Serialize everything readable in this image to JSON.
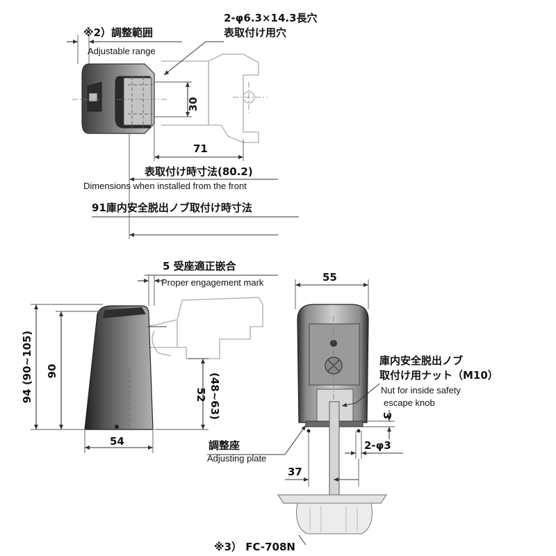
{
  "colors": {
    "body_dark": "#444444",
    "body_mid": "#8a8a8a",
    "body_light": "#bcbcbc",
    "ghost": "#b8b8b8",
    "line": "#333333"
  },
  "top_view": {
    "adjustable_jp": "※2）調整範囲",
    "adjustable_en": "Adjustable range",
    "slot_holes_line1": "2-φ6.3×14.3長穴",
    "slot_holes_line2": "表取付け用穴",
    "dim_30": "30",
    "dim_71": "71",
    "front_install_jp": "表取付け時寸法(80.2)",
    "front_install_en": "Dimensions when installed from the front",
    "inside_knob_dim": "91庫内安全脱出ノブ取付け時寸法"
  },
  "side_view": {
    "engagement_jp": "5 受座適正嵌合",
    "engagement_en": "Proper engagement mark",
    "dim_94": "94 (90~105)",
    "dim_90": "90",
    "dim_52": "52",
    "dim_48_63": "(48~63)",
    "dim_54": "54"
  },
  "front_view": {
    "dim_55": "55",
    "nut_jp_line1": "庫内安全脱出ノブ",
    "nut_jp_line2": "取付け用ナット（M10）",
    "nut_en_line1": "Nut for inside safety",
    "nut_en_line2": "escape knob",
    "dim_3": "3",
    "holes_2_phi3": "2-φ3",
    "adjusting_jp": "調整座",
    "adjusting_en": "Adjusting plate",
    "dim_37": "37",
    "model_label": "※3） FC-708N"
  }
}
